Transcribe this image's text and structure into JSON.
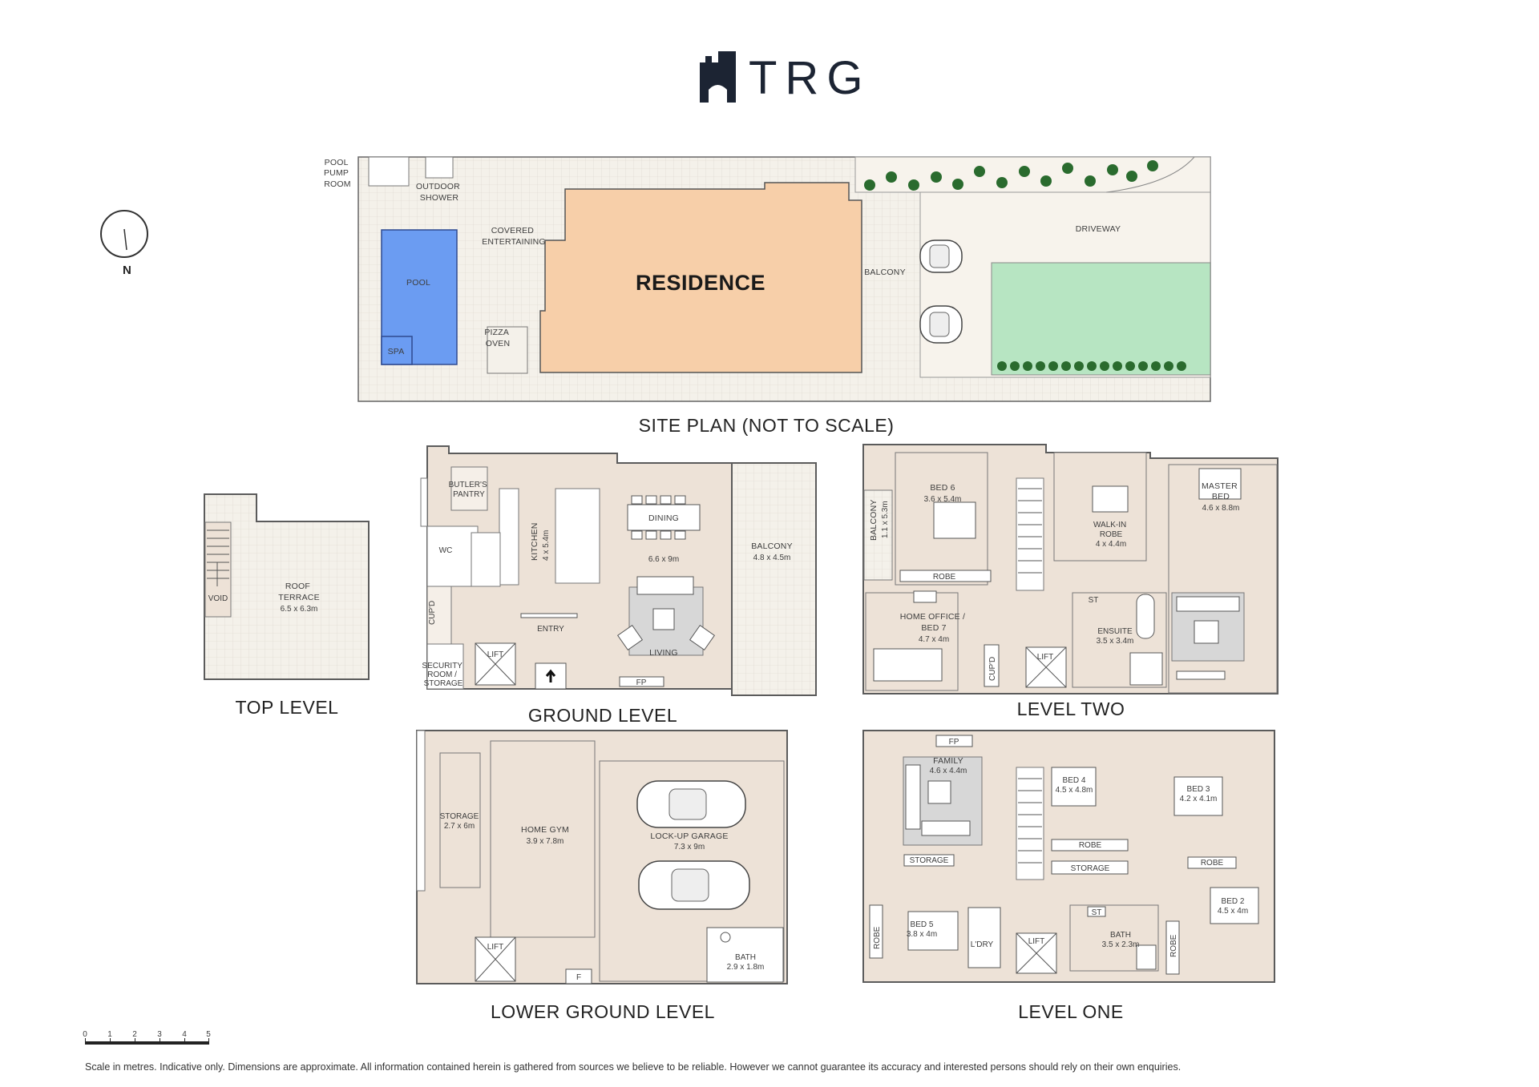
{
  "brand": {
    "name": "TRG"
  },
  "site_plan": {
    "title": "SITE PLAN (NOT TO SCALE)",
    "labels": {
      "pool_pump_room": [
        "POOL",
        "PUMP",
        "ROOM"
      ],
      "outdoor_shower": [
        "OUTDOOR",
        "SHOWER"
      ],
      "covered_entertaining": [
        "COVERED",
        "ENTERTAINING"
      ],
      "pool": "POOL",
      "spa": "SPA",
      "pizza_oven": [
        "PIZZA",
        "OVEN"
      ],
      "residence": "RESIDENCE",
      "balcony": "BALCONY",
      "driveway": "DRIVEWAY"
    },
    "colors": {
      "pool": "#6b9cf2",
      "residence": "#f7cfa9",
      "lawn": "#b7e5c2",
      "hedge": "#2a6b2e"
    }
  },
  "compass": {
    "label": "N"
  },
  "levels": {
    "top": {
      "title": "TOP LEVEL",
      "rooms": {
        "void": "VOID",
        "roof_terrace": [
          "ROOF",
          "TERRACE"
        ],
        "roof_terrace_dim": "6.5 x 6.3m"
      }
    },
    "ground": {
      "title": "GROUND LEVEL",
      "rooms": {
        "butlers_pantry": [
          "BUTLER'S",
          "PANTRY"
        ],
        "kitchen": "KITCHEN",
        "kitchen_dim": "4 x 5.4m",
        "dining": "DINING",
        "living_dim": "6.6 x 9m",
        "wc": "WC",
        "cupd": "CUP'D",
        "entry": "ENTRY",
        "living": "LIVING",
        "security": [
          "SECURITY",
          "ROOM /",
          "STORAGE"
        ],
        "lift": "LIFT",
        "fp": "FP",
        "balcony": "BALCONY",
        "balcony_dim": "4.8 x 4.5m"
      }
    },
    "two": {
      "title": "LEVEL TWO",
      "rooms": {
        "balcony": "BALCONY",
        "balcony_dim": "1.1 x 5.3m",
        "bed6": "BED 6",
        "bed6_dim": "3.6 x 5.4m",
        "robe": "ROBE",
        "walkin": [
          "WALK-IN",
          "ROBE"
        ],
        "walkin_dim": "4 x 4.4m",
        "master": [
          "MASTER",
          "BED"
        ],
        "master_dim": "4.6 x 8.8m",
        "office": [
          "HOME OFFICE /",
          "BED 7"
        ],
        "office_dim": "4.7 x 4m",
        "st": "ST",
        "ensuite": "ENSUITE",
        "ensuite_dim": "3.5 x 3.4m",
        "lift": "LIFT",
        "cupd": "CUP'D"
      }
    },
    "lower": {
      "title": "LOWER GROUND LEVEL",
      "rooms": {
        "storage": "STORAGE",
        "storage_dim": "2.7 x 6m",
        "gym": "HOME GYM",
        "gym_dim": "3.9 x 7.8m",
        "garage": "LOCK-UP GARAGE",
        "garage_dim": "7.3 x 9m",
        "bath": "BATH",
        "bath_dim": "2.9 x 1.8m",
        "lift": "LIFT",
        "f": "F"
      }
    },
    "one": {
      "title": "LEVEL ONE",
      "rooms": {
        "fp": "FP",
        "family": "FAMILY",
        "family_dim": "4.6 x 4.4m",
        "bed4": "BED 4",
        "bed4_dim": "4.5 x 4.8m",
        "bed3": "BED 3",
        "bed3_dim": "4.2 x 4.1m",
        "storage": "STORAGE",
        "robe": "ROBE",
        "bed2": "BED 2",
        "bed2_dim": "4.5 x 4m",
        "bed5": "BED 5",
        "bed5_dim": "3.8 x 4m",
        "ldry": "L'DRY",
        "lift": "LIFT",
        "st": "ST",
        "bath": "BATH",
        "bath_dim": "3.5 x 2.3m"
      }
    }
  },
  "scale_bar": {
    "ticks": [
      "0",
      "1",
      "2",
      "3",
      "4",
      "5"
    ]
  },
  "disclaimer": "Scale in metres. Indicative only. Dimensions are approximate. All information contained herein is gathered from sources we believe to be reliable. However we cannot guarantee its accuracy and interested persons should rely on their own enquiries."
}
